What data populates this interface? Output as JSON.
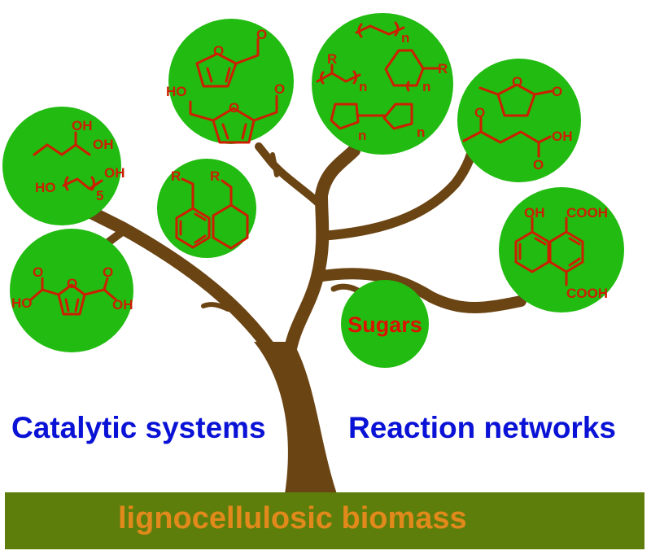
{
  "diagram": {
    "ground_label": "lignocellulosic biomass",
    "left_label": "Catalytic systems",
    "right_label": "Reaction networks",
    "colors": {
      "leaf": "#22bb11",
      "branch": "#6b4413",
      "ground": "#5e7e0b",
      "ground_text": "#e2891b",
      "label_text": "#0a12d6",
      "chemical": "#cc1f00"
    },
    "leaves": [
      {
        "name": "diols",
        "labels": [
          "OH",
          "OH",
          "HO",
          "OH",
          "5"
        ]
      },
      {
        "name": "fdca",
        "labels": [
          "HO",
          "OH",
          "O",
          "O",
          "O"
        ]
      },
      {
        "name": "furfural-hmf",
        "labels": [
          "O",
          "O",
          "HO",
          "O",
          "O"
        ]
      },
      {
        "name": "alkyl-aromatics",
        "labels": [
          "R",
          "R"
        ]
      },
      {
        "name": "hydrocarbons",
        "labels": [
          "n",
          "R",
          "n",
          "R",
          "n",
          "n",
          "n"
        ]
      },
      {
        "name": "gvl-levulinic-acid",
        "labels": [
          "O",
          "O",
          "O",
          "OH",
          "O"
        ]
      },
      {
        "name": "sugars",
        "labels": [
          "Sugars"
        ]
      },
      {
        "name": "naphthalene-acids",
        "labels": [
          "OH",
          "COOH",
          "COOH"
        ]
      }
    ]
  }
}
